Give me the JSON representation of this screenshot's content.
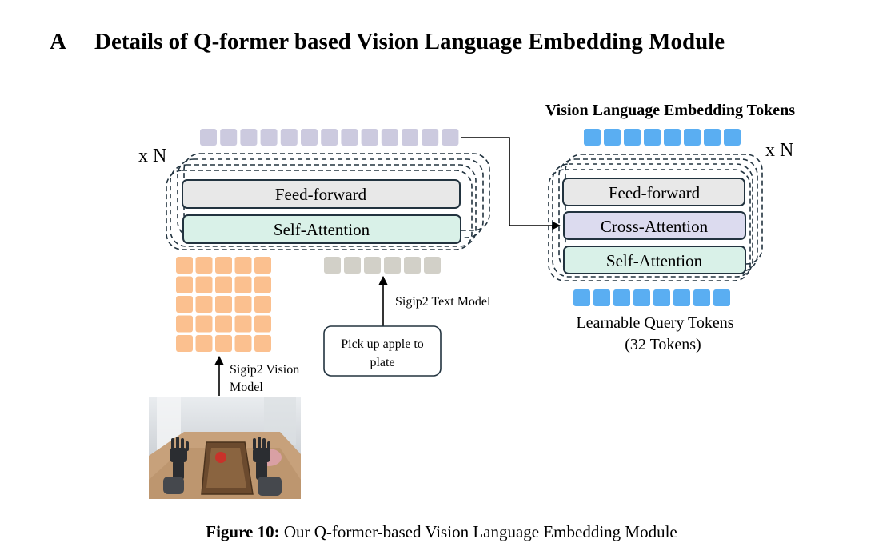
{
  "section": {
    "letter": "A",
    "title": "Details of Q-former based Vision Language Embedding Module"
  },
  "diagram": {
    "left_module": {
      "repeat_label": "x N",
      "layers": [
        "Feed-forward",
        "Self-Attention"
      ],
      "output_token_count": 13,
      "vision_grid": {
        "rows": 5,
        "cols": 5
      },
      "text_token_count": 6,
      "vision_encoder_label_line1": "Sigip2 Vision",
      "vision_encoder_label_line2": "Model",
      "text_encoder_label": "Sigip2 Text Model",
      "instruction_line1": "Pick up apple to",
      "instruction_line2": "plate"
    },
    "right_module": {
      "title": "Vision Language Embedding Tokens",
      "repeat_label": "x N",
      "layers": [
        "Feed-forward",
        "Cross-Attention",
        "Self-Attention"
      ],
      "output_token_count": 8,
      "query_token_count": 8,
      "query_label_line1": "Learnable Query Tokens",
      "query_label_line2": "(32 Tokens)"
    },
    "colors": {
      "output_tokens_left": "#cccadf",
      "vision_tokens": "#fbc08f",
      "text_tokens": "#d2d0c8",
      "query_tokens": "#5aaef2",
      "feed_forward_fill": "#e8e8e8",
      "self_attention_fill": "#d9f1e8",
      "cross_attention_fill": "#dcdbef",
      "outline": "#22333f"
    }
  },
  "caption": {
    "label": "Figure 10:",
    "text": "Our Q-former-based Vision Language Embedding Module"
  }
}
